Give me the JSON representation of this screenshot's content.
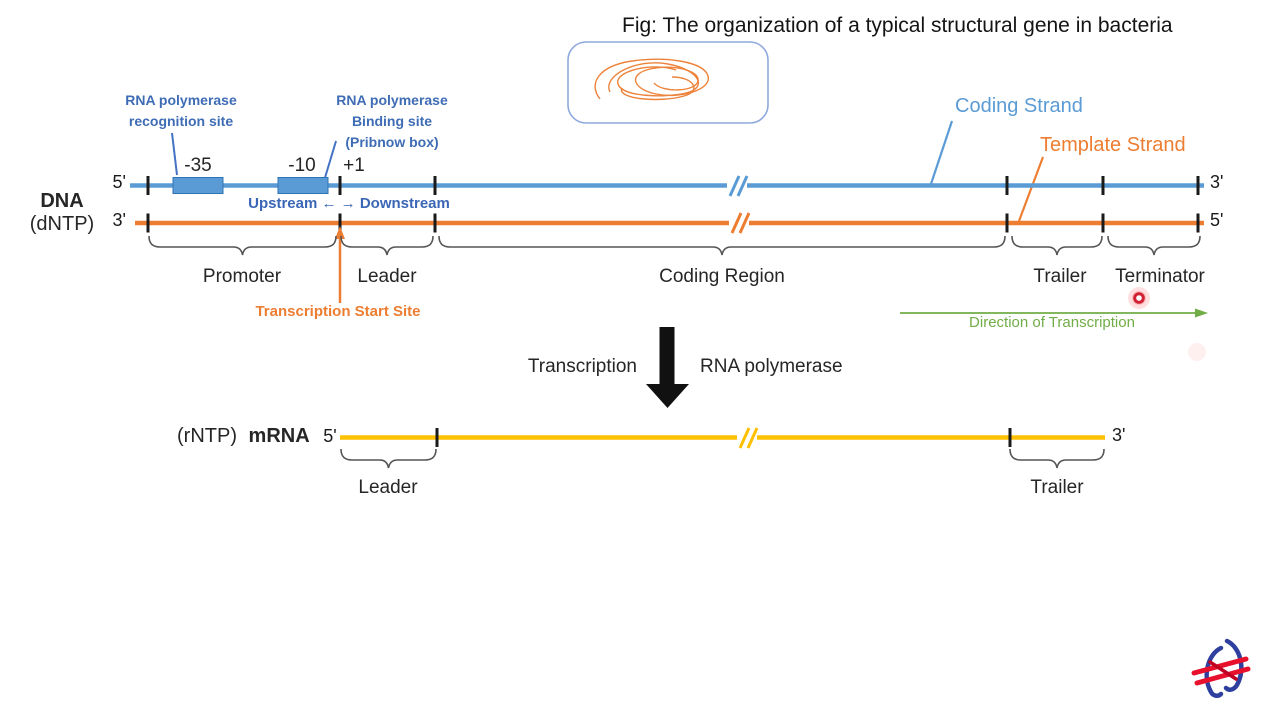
{
  "figure": {
    "title": "Fig: The organization of a typical structural gene in bacteria"
  },
  "colors": {
    "coding_strand_blue": "#5B9BD5",
    "template_strand_orange": "#ED7D31",
    "mrna_yellow": "#FFC000",
    "annotation_blue": "#4472C4",
    "direction_green": "#70AD47",
    "laser_red": "#E03131"
  },
  "icons": {
    "plasmid_icon": "bacterial-dna-squiggle",
    "laser_pointer": "red-laser-dot",
    "channel_logo": "blue-red-star-logo"
  },
  "dna": {
    "name": "DNA",
    "subunit": "(dNTP)",
    "coding_strand": {
      "label": "Coding Strand",
      "left_end": "5'",
      "right_end": "3'"
    },
    "template_strand": {
      "label": "Template Strand",
      "left_end": "3'",
      "right_end": "5'"
    },
    "promoter_elements": {
      "minus35": "-35",
      "minus10": "-10",
      "plus1": "+1"
    },
    "recognition_site": {
      "line1": "RNA polymerase",
      "line2": "recognition site"
    },
    "binding_site": {
      "line1": "RNA polymerase",
      "line2": "Binding site",
      "line3": "(Pribnow box)"
    },
    "orientation": "Upstream ← → Downstream",
    "regions": [
      "Promoter",
      "Leader",
      "Coding Region",
      "Trailer",
      "Terminator"
    ],
    "transcription_start": "Transcription Start Site",
    "direction": "Direction of Transcription"
  },
  "process": {
    "label": "Transcription",
    "enzyme": "RNA polymerase"
  },
  "mrna": {
    "subunit": "(rNTP)",
    "name": "mRNA",
    "left_end": "5'",
    "right_end": "3'",
    "regions": [
      "Leader",
      "Trailer"
    ]
  }
}
